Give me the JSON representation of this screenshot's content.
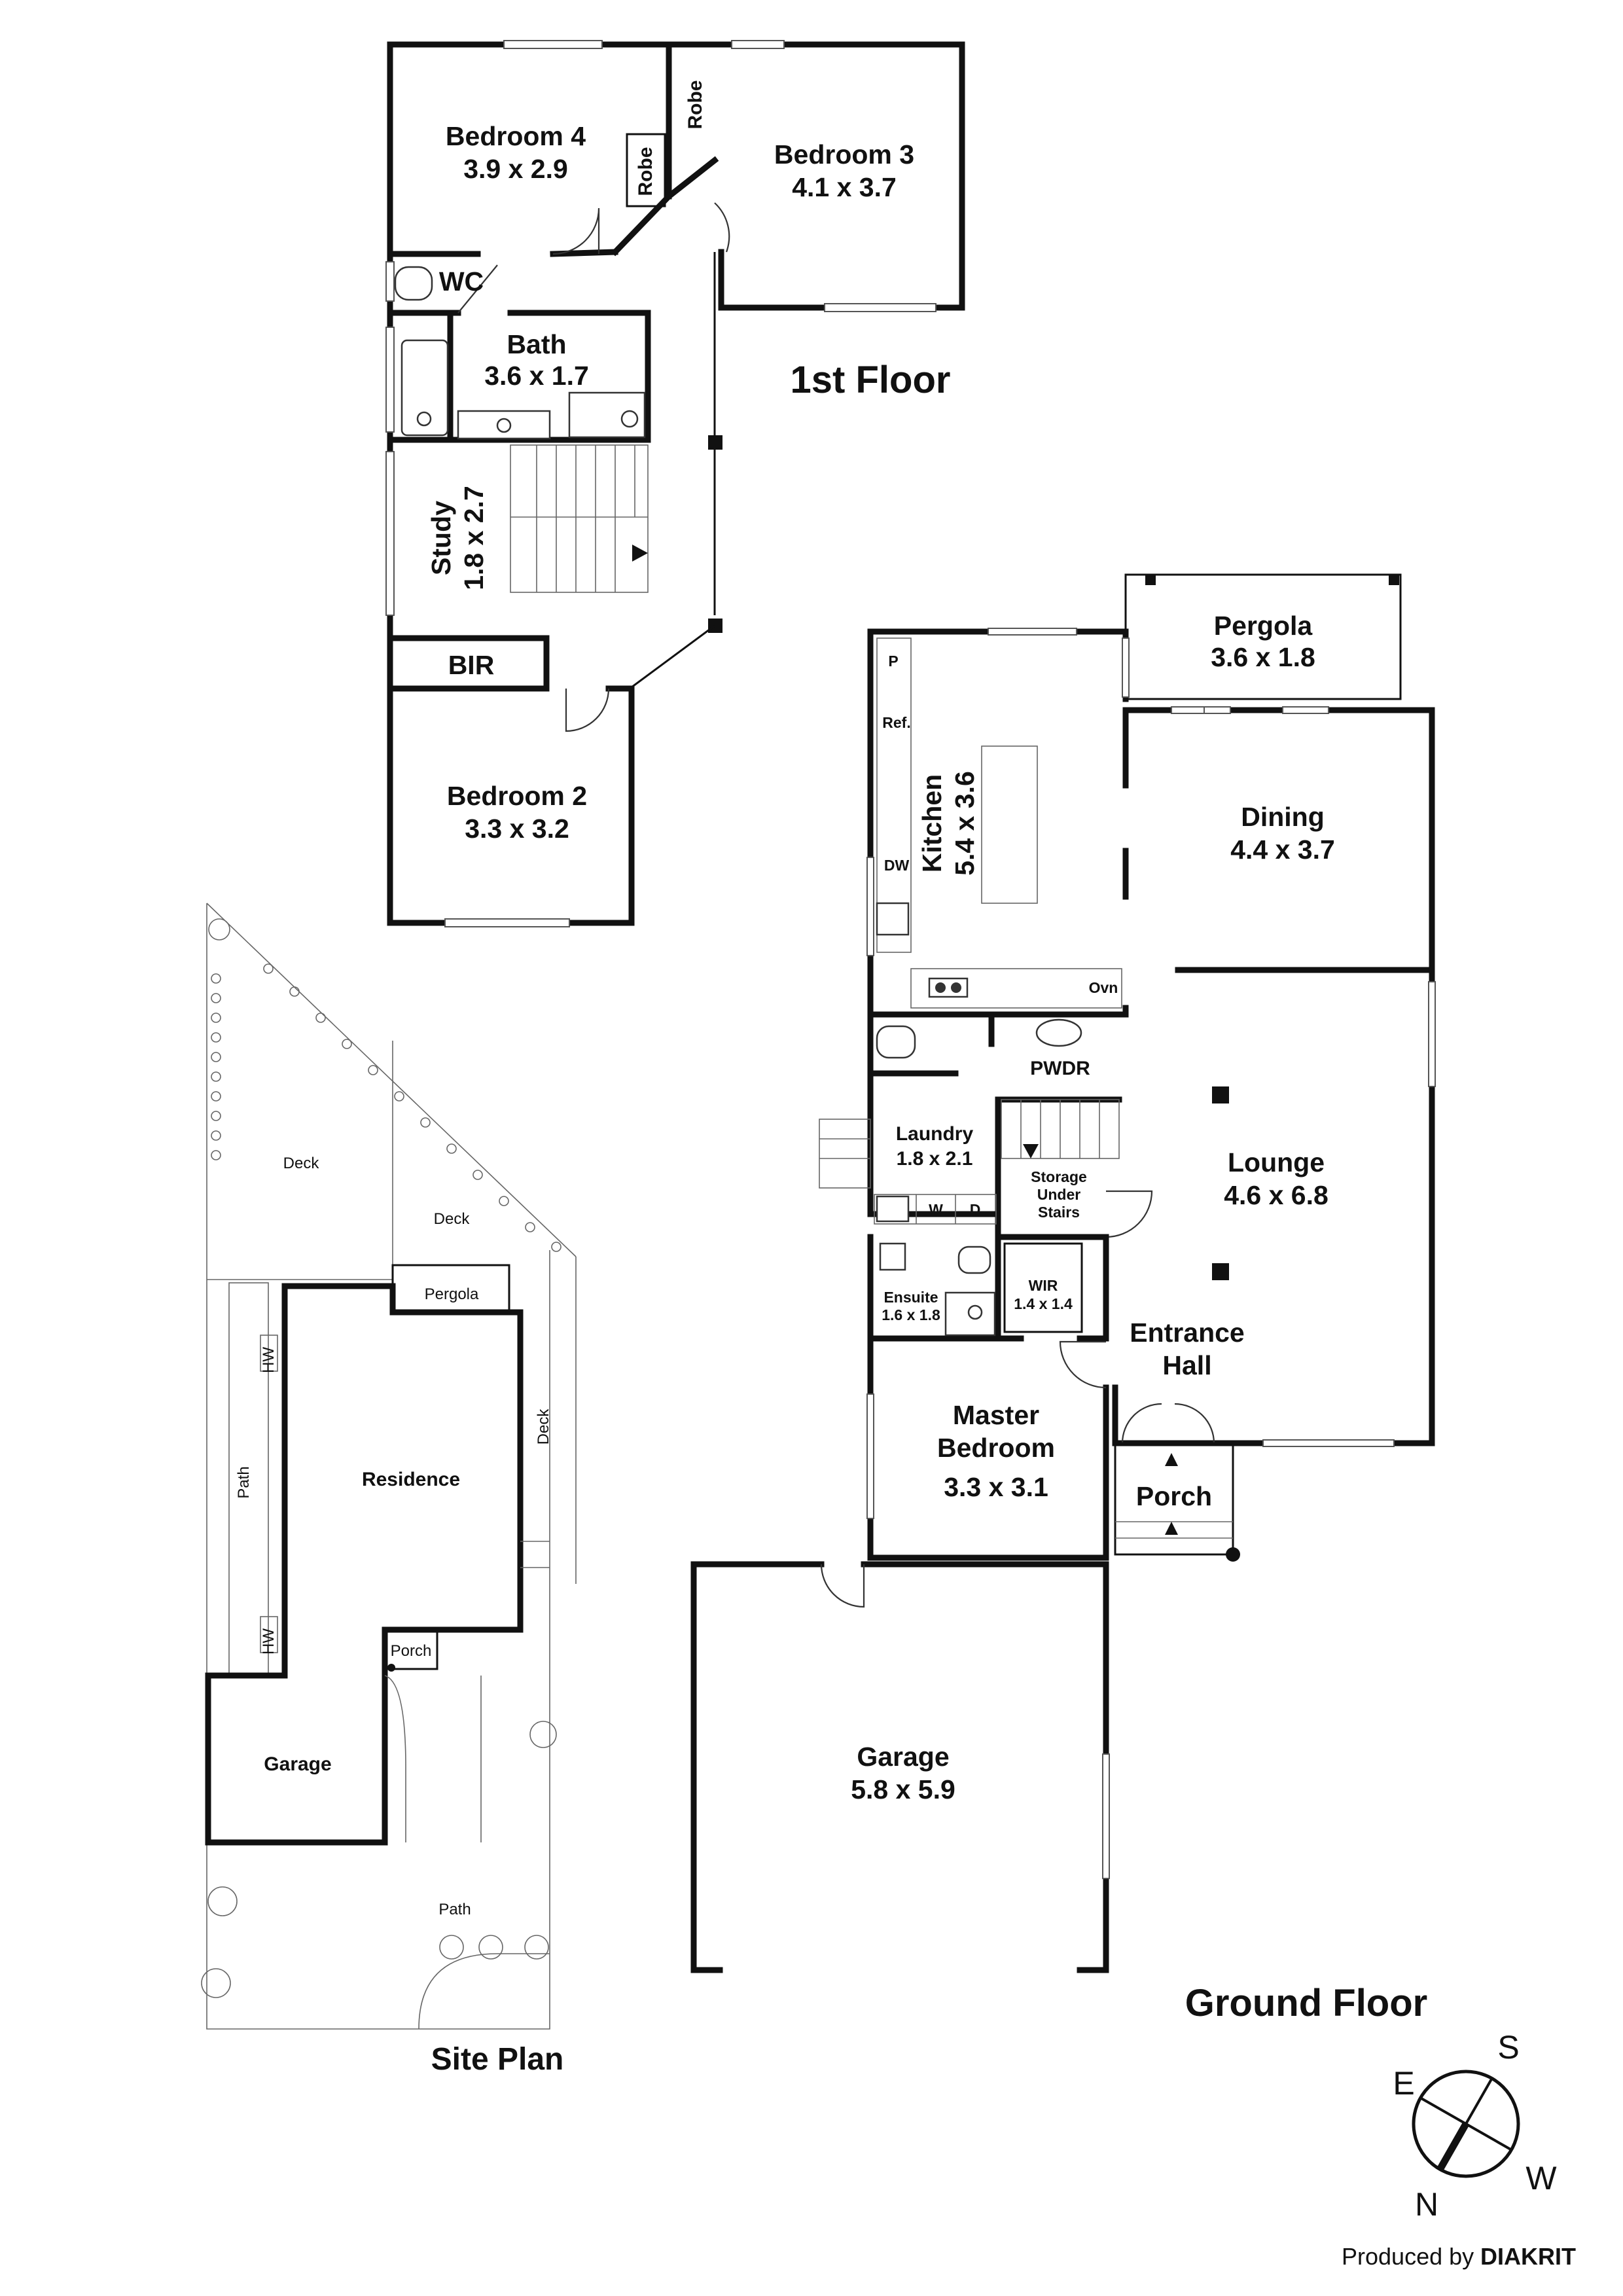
{
  "floors": {
    "first": {
      "title": "1st Floor"
    },
    "ground": {
      "title": "Ground Floor"
    },
    "site": {
      "title": "Site Plan"
    }
  },
  "first_floor_rooms": {
    "bedroom4": {
      "name": "Bedroom 4",
      "dims": "3.9 x 2.9"
    },
    "bedroom3": {
      "name": "Bedroom 3",
      "dims": "4.1 x 3.7"
    },
    "robe_a": {
      "name": "Robe"
    },
    "robe_b": {
      "name": "Robe"
    },
    "wc": {
      "name": "WC"
    },
    "bath": {
      "name": "Bath",
      "dims": "3.6 x 1.7"
    },
    "study": {
      "name": "Study",
      "dims": "1.8 x 2.7"
    },
    "bir": {
      "name": "BIR"
    },
    "bedroom2": {
      "name": "Bedroom 2",
      "dims": "3.3 x 3.2"
    }
  },
  "ground_floor_rooms": {
    "pergola": {
      "name": "Pergola",
      "dims": "3.6 x 1.8"
    },
    "kitchen": {
      "name": "Kitchen",
      "dims": "5.4 x 3.6"
    },
    "dining": {
      "name": "Dining",
      "dims": "4.4 x 3.7"
    },
    "pwdr": {
      "name": "PWDR"
    },
    "laundry": {
      "name": "Laundry",
      "dims": "1.8 x 2.1"
    },
    "storage": {
      "line1": "Storage",
      "line2": "Under",
      "line3": "Stairs"
    },
    "lounge": {
      "name": "Lounge",
      "dims": "4.6 x 6.8"
    },
    "ensuite": {
      "name": "Ensuite",
      "dims": "1.6 x 1.8"
    },
    "wir": {
      "name": "WIR",
      "dims": "1.4 x 1.4"
    },
    "entrance": {
      "line1": "Entrance",
      "line2": "Hall"
    },
    "master": {
      "line1": "Master",
      "line2": "Bedroom",
      "dims": "3.3 x 3.1"
    },
    "porch": {
      "name": "Porch"
    },
    "garage": {
      "name": "Garage",
      "dims": "5.8 x 5.9"
    }
  },
  "fixture_labels": {
    "pantry": "P",
    "fridge": "Ref.",
    "dishwasher": "DW",
    "oven": "Ovn",
    "washer": "W",
    "dryer": "D"
  },
  "site_plan": {
    "deck_a": "Deck",
    "deck_b": "Deck",
    "deck_c": "Deck",
    "pergola": "Pergola",
    "residence": "Residence",
    "path_side": "Path",
    "porch": "Porch",
    "garage": "Garage",
    "path_front": "Path",
    "hw_a": "HW",
    "hw_b": "HW"
  },
  "compass": {
    "n": "N",
    "e": "E",
    "s": "S",
    "w": "W"
  },
  "credit": {
    "prefix": "Produced by",
    "brand": "DIAKRIT"
  }
}
